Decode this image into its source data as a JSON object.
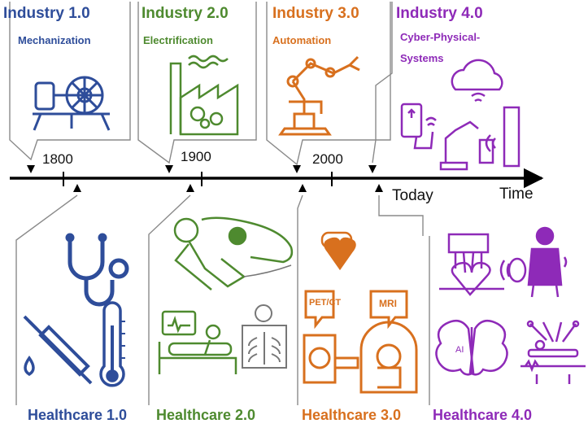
{
  "colors": {
    "industry1": "#2E4D9A",
    "industry2": "#4E8A2F",
    "industry3": "#D8701E",
    "industry4": "#8E2AB8",
    "axis": "#000000",
    "callout": "#8a8a8a"
  },
  "industry": [
    {
      "title": "Industry 1.0",
      "subtitle": "Mechanization"
    },
    {
      "title": "Industry 2.0",
      "subtitle": "Electrification"
    },
    {
      "title": "Industry 3.0",
      "subtitle": "Automation"
    },
    {
      "title": "Industry 4.0",
      "subtitle_line1": "Cyber-Physical-",
      "subtitle_line2": "Systems"
    }
  ],
  "timeline": {
    "years": [
      "1800",
      "1900",
      "2000"
    ],
    "today_label": "Today",
    "time_label": "Time"
  },
  "healthcare": [
    {
      "title": "Healthcare 1.0"
    },
    {
      "title": "Healthcare 2.0"
    },
    {
      "title": "Healthcare 3.0"
    },
    {
      "title": "Healthcare 4.0"
    }
  ],
  "icons": {
    "pet_ct_label": "PET/CT",
    "mri_label": "MRI",
    "ai_label": "AI"
  }
}
